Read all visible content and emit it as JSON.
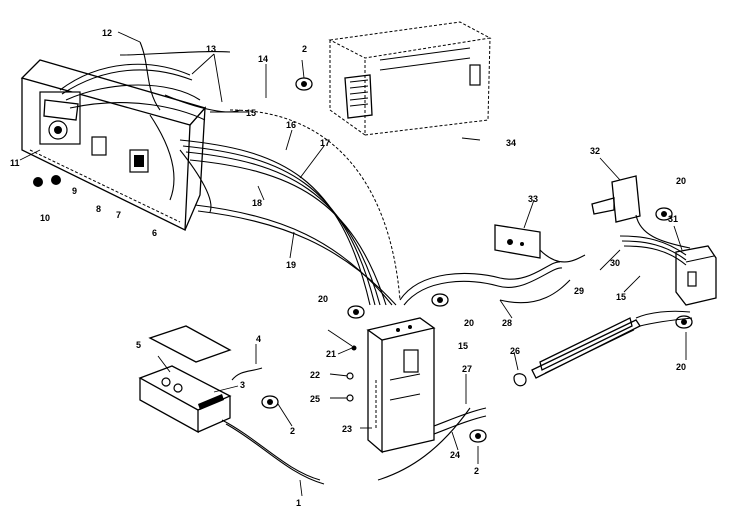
{
  "diagram": {
    "callouts": [
      {
        "id": "c12a",
        "text": "12"
      },
      {
        "id": "c13",
        "text": "13"
      },
      {
        "id": "c14",
        "text": "14"
      },
      {
        "id": "c2a",
        "text": "2"
      },
      {
        "id": "c15a",
        "text": "15"
      },
      {
        "id": "c16",
        "text": "16"
      },
      {
        "id": "c17",
        "text": "17"
      },
      {
        "id": "c34",
        "text": "34"
      },
      {
        "id": "c11",
        "text": "11"
      },
      {
        "id": "c10",
        "text": "10"
      },
      {
        "id": "c9",
        "text": "9"
      },
      {
        "id": "c8",
        "text": "8"
      },
      {
        "id": "c7",
        "text": "7"
      },
      {
        "id": "c6",
        "text": "6"
      },
      {
        "id": "c18",
        "text": "18"
      },
      {
        "id": "c19",
        "text": "19"
      },
      {
        "id": "c32",
        "text": "32"
      },
      {
        "id": "c20a",
        "text": "20"
      },
      {
        "id": "c33",
        "text": "33"
      },
      {
        "id": "c31",
        "text": "31"
      },
      {
        "id": "c30",
        "text": "30"
      },
      {
        "id": "c29",
        "text": "29"
      },
      {
        "id": "c15b",
        "text": "15"
      },
      {
        "id": "c20b",
        "text": "20"
      },
      {
        "id": "c20c",
        "text": "20"
      },
      {
        "id": "c28",
        "text": "28"
      },
      {
        "id": "c20d",
        "text": "20"
      },
      {
        "id": "c5",
        "text": "5"
      },
      {
        "id": "c4",
        "text": "4"
      },
      {
        "id": "c21",
        "text": "21"
      },
      {
        "id": "c15c",
        "text": "15"
      },
      {
        "id": "c22a",
        "text": "22"
      },
      {
        "id": "c26",
        "text": "26"
      },
      {
        "id": "c27",
        "text": "27"
      },
      {
        "id": "c25",
        "text": "25"
      },
      {
        "id": "c2b",
        "text": "2"
      },
      {
        "id": "c23",
        "text": "23"
      },
      {
        "id": "c24",
        "text": "24"
      },
      {
        "id": "c2c",
        "text": "2"
      },
      {
        "id": "c3",
        "text": "3"
      },
      {
        "id": "c1",
        "text": "1"
      }
    ]
  }
}
